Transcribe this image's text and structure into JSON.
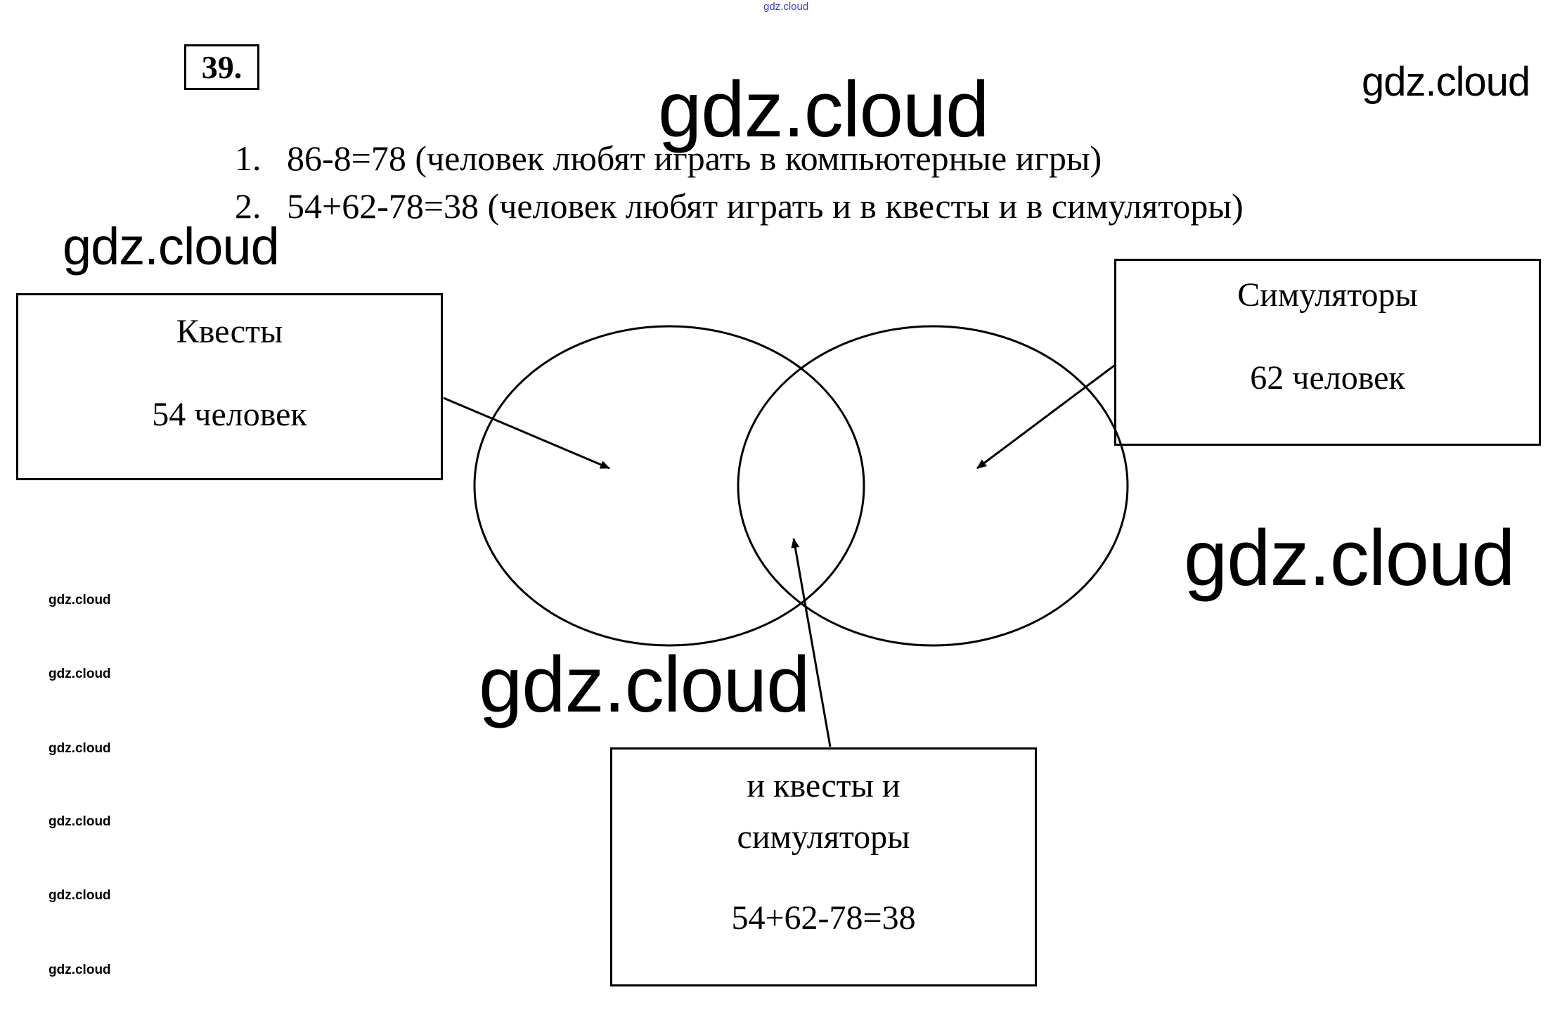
{
  "watermark": "gdz.cloud",
  "task_number": "39.",
  "solution": [
    {
      "n": "1.",
      "text": "86-8=78 (человек любят играть в компьютерные игры)"
    },
    {
      "n": "2.",
      "text": "54+62-78=38 (человек любят играть и в квесты и в симуляторы)"
    }
  ],
  "diagram": {
    "quests": {
      "title": "Квесты",
      "count": "54 человек"
    },
    "simulators": {
      "title": "Симуляторы",
      "count": "62 человек"
    },
    "both": {
      "line1": "и квесты и",
      "line2": "симуляторы",
      "formula": "54+62-78=38"
    }
  }
}
